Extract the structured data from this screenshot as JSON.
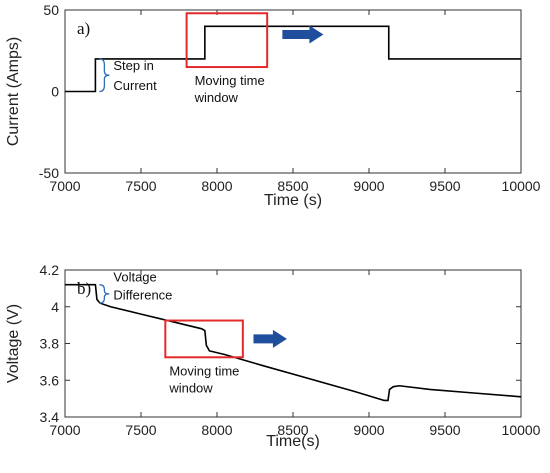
{
  "chart_data": [
    {
      "type": "line",
      "panel_label": "a)",
      "xlabel": "Time (s)",
      "ylabel": "Current (Amps)",
      "xlim": [
        7000,
        10000
      ],
      "ylim": [
        -50,
        50
      ],
      "xticks": [
        7000,
        7500,
        8000,
        8500,
        9000,
        9500,
        10000
      ],
      "yticks": [
        -50,
        0,
        50
      ],
      "series": [
        {
          "x": [
            7000,
            7200,
            7200,
            7920,
            7920,
            9130,
            9130,
            10000
          ],
          "y": [
            0,
            0,
            20,
            20,
            40,
            40,
            20,
            20
          ]
        }
      ],
      "annotations": {
        "step": "Step in\nCurrent",
        "window": "Moving time\nwindow"
      },
      "window_box": {
        "x": [
          7800,
          8330
        ],
        "y": [
          15,
          48
        ]
      },
      "arrow": {
        "x": [
          8430,
          8700
        ],
        "y": 35
      },
      "colors": {
        "line": "#000000",
        "box": "#e32a2a",
        "arrow": "#1f4e9c",
        "brace": "#2f6fba"
      }
    },
    {
      "type": "line",
      "panel_label": "b)",
      "xlabel": "Time(s)",
      "ylabel": "Voltage (V)",
      "xlim": [
        7000,
        10000
      ],
      "ylim": [
        3.4,
        4.2
      ],
      "xticks": [
        7000,
        7500,
        8000,
        8500,
        9000,
        9500,
        10000
      ],
      "yticks": [
        3.4,
        3.6,
        3.8,
        4.0,
        4.2
      ],
      "ytick_labels": [
        "3.4",
        "3.6",
        "3.8",
        "4",
        "4.2"
      ],
      "series": [
        {
          "x": [
            7000,
            7200,
            7210,
            7230,
            7300,
            7500,
            7700,
            7900,
            7920,
            7930,
            7950,
            8050,
            8300,
            8600,
            8900,
            9100,
            9125,
            9135,
            9160,
            9200,
            9400,
            9700,
            10000
          ],
          "y": [
            4.12,
            4.12,
            4.04,
            4.02,
            4.0,
            3.96,
            3.92,
            3.88,
            3.87,
            3.79,
            3.76,
            3.74,
            3.68,
            3.61,
            3.54,
            3.49,
            3.49,
            3.55,
            3.565,
            3.57,
            3.55,
            3.53,
            3.51
          ]
        }
      ],
      "annotations": {
        "voltage_difference": "Voltage\nDifference",
        "window": "Moving time\nwindow"
      },
      "window_box": {
        "x": [
          7660,
          8170
        ],
        "y": [
          3.725,
          3.925
        ]
      },
      "arrow": {
        "x": [
          8240,
          8460
        ],
        "y": 3.825
      },
      "colors": {
        "line": "#000000",
        "box": "#e32a2a",
        "arrow": "#1f4e9c",
        "brace": "#2f6fba"
      }
    }
  ]
}
